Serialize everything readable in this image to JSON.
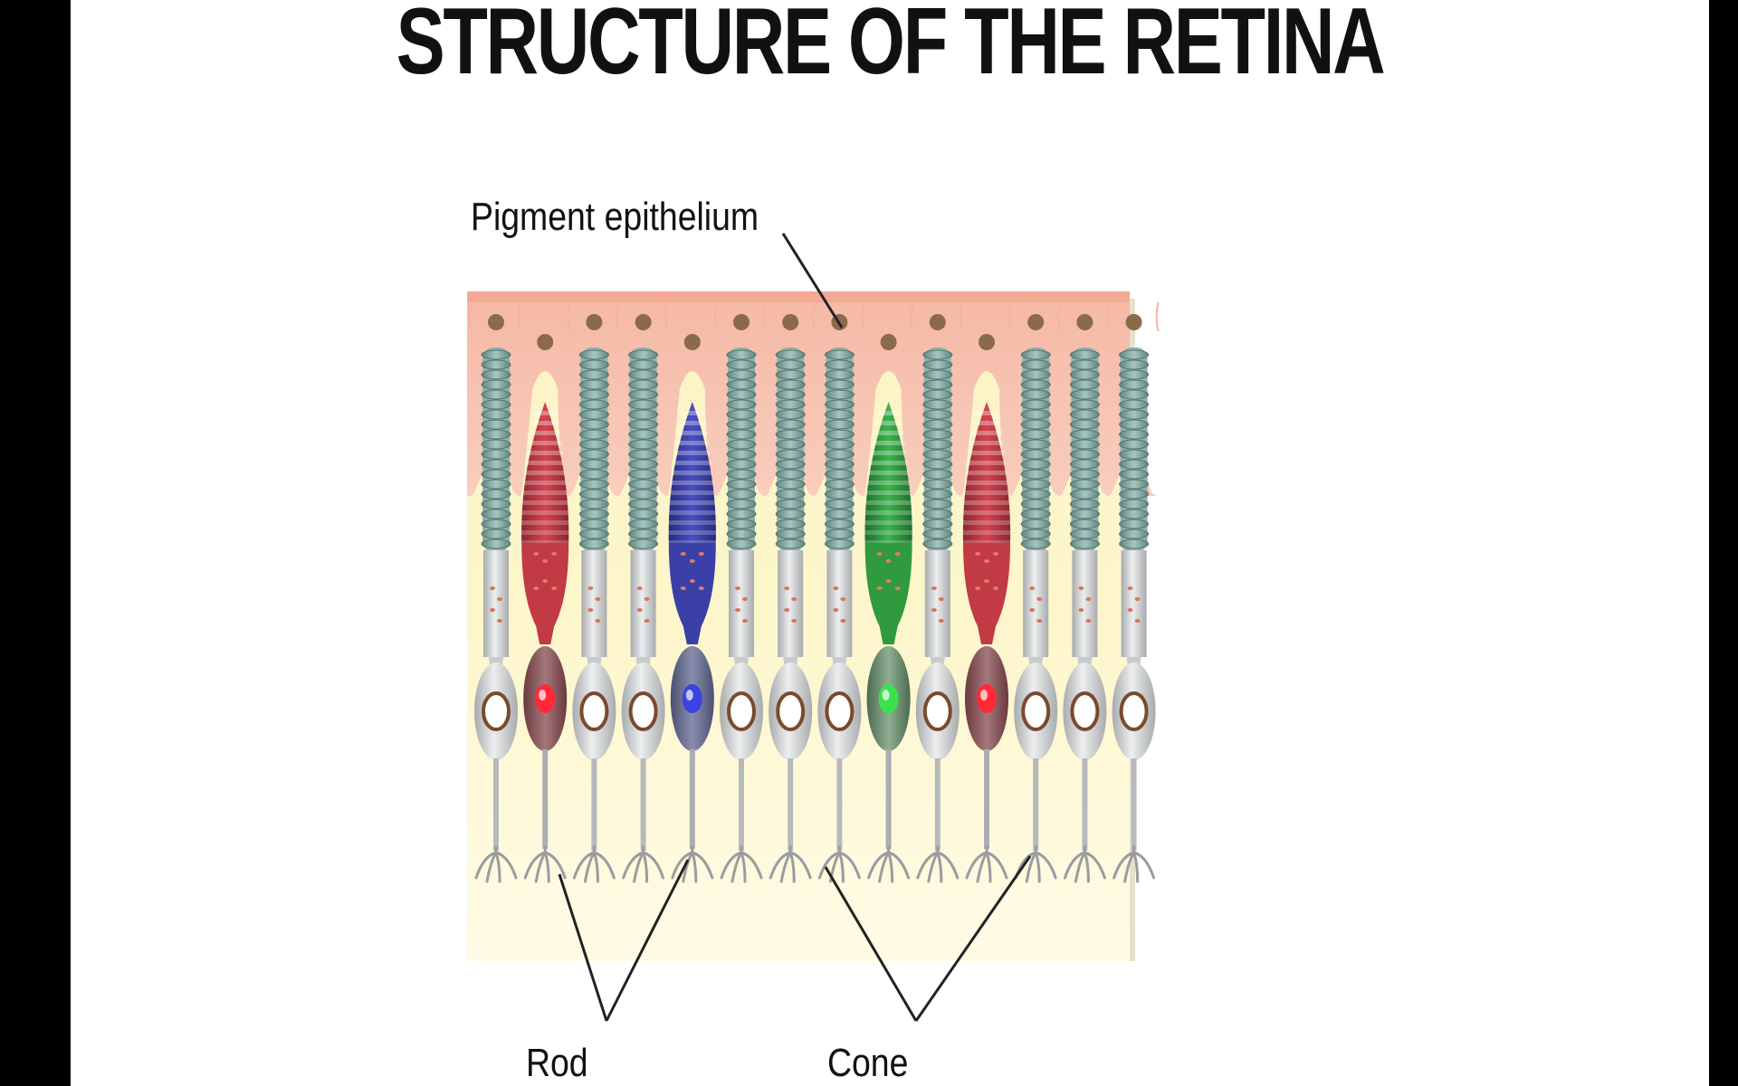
{
  "title": "STRUCTURE OF THE RETINA",
  "labels": {
    "pigment": "Pigment epithelium",
    "rod": "Rod",
    "cone": "Cone"
  },
  "colors": {
    "background_frame": "#000000",
    "pigment_layer": "#f8c8b8",
    "lower_layer": "#fbf0b8",
    "rod_disc": "#7fa39d",
    "pigment_granule": "#8a6a4a",
    "cone_red": "#c23a44",
    "cone_blue": "#3b3fa8",
    "cone_green": "#2f9a3e"
  },
  "cells": [
    {
      "type": "rod"
    },
    {
      "type": "cone",
      "color": "red"
    },
    {
      "type": "rod"
    },
    {
      "type": "rod"
    },
    {
      "type": "cone",
      "color": "blue"
    },
    {
      "type": "rod"
    },
    {
      "type": "rod"
    },
    {
      "type": "rod"
    },
    {
      "type": "cone",
      "color": "green"
    },
    {
      "type": "rod"
    },
    {
      "type": "cone",
      "color": "red"
    },
    {
      "type": "rod"
    },
    {
      "type": "rod"
    },
    {
      "type": "rod"
    }
  ]
}
